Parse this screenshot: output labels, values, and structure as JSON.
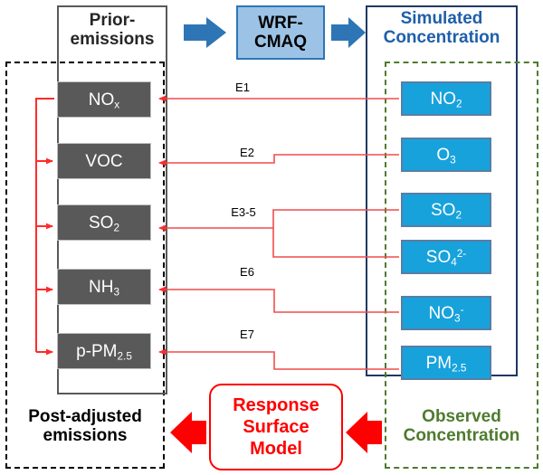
{
  "diagram": {
    "title_prior": "Prior-\nemissions",
    "title_wrf": "WRF-\nCMAQ",
    "title_simulated": "Simulated\nConcentration",
    "title_post": "Post-adjusted\nemissions",
    "title_rsm": "Response\nSurface\nModel",
    "title_observed": "Observed\nConcentration"
  },
  "colors": {
    "chip_gray": "#595959",
    "chip_cyan": "#17A2DC",
    "wrf_fill": "#9CC3E5",
    "blue_arrow": "#2E75B6",
    "red": "#FF0000",
    "red_line": "#F14C4C",
    "green_dash": "#4E7B2F",
    "blue_border": "#1F3864",
    "title_blue": "#1F5FA9"
  },
  "emissions": [
    {
      "id": "nox",
      "base": "NO",
      "sub": "x",
      "sup": ""
    },
    {
      "id": "voc",
      "base": "VOC",
      "sub": "",
      "sup": ""
    },
    {
      "id": "so2",
      "base": "SO",
      "sub": "2",
      "sup": ""
    },
    {
      "id": "nh3",
      "base": "NH",
      "sub": "3",
      "sup": ""
    },
    {
      "id": "ppm25",
      "base": "p-PM",
      "sub": "2.5",
      "sup": ""
    }
  ],
  "concentrations": [
    {
      "id": "no2",
      "base": "NO",
      "sub": "2",
      "sup": ""
    },
    {
      "id": "o3",
      "base": "O",
      "sub": "3",
      "sup": ""
    },
    {
      "id": "so2",
      "base": "SO",
      "sub": "2",
      "sup": ""
    },
    {
      "id": "so42m",
      "base": "SO",
      "sub": "4",
      "sup": "2-"
    },
    {
      "id": "no3m",
      "base": "NO",
      "sub": "3",
      "sup": "-"
    },
    {
      "id": "pm25",
      "base": "PM",
      "sub": "2.5",
      "sup": ""
    }
  ],
  "links": [
    {
      "id": "e1",
      "label": "E1"
    },
    {
      "id": "e2",
      "label": "E2"
    },
    {
      "id": "e35",
      "label": "E3-5"
    },
    {
      "id": "e6",
      "label": "E6"
    },
    {
      "id": "e7",
      "label": "E7"
    }
  ]
}
